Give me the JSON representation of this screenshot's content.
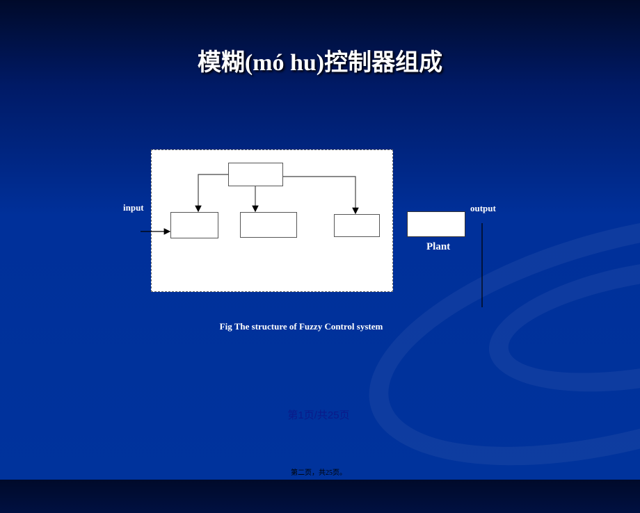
{
  "title": "模糊(mó hu)控制器组成",
  "diagram": {
    "input_label": "input",
    "output_label": "output",
    "plant_label": "Plant",
    "caption": "Fig The structure of Fuzzy Control system"
  },
  "page_indicator": "第1页/共25页",
  "footer": "第二页，共25页。"
}
